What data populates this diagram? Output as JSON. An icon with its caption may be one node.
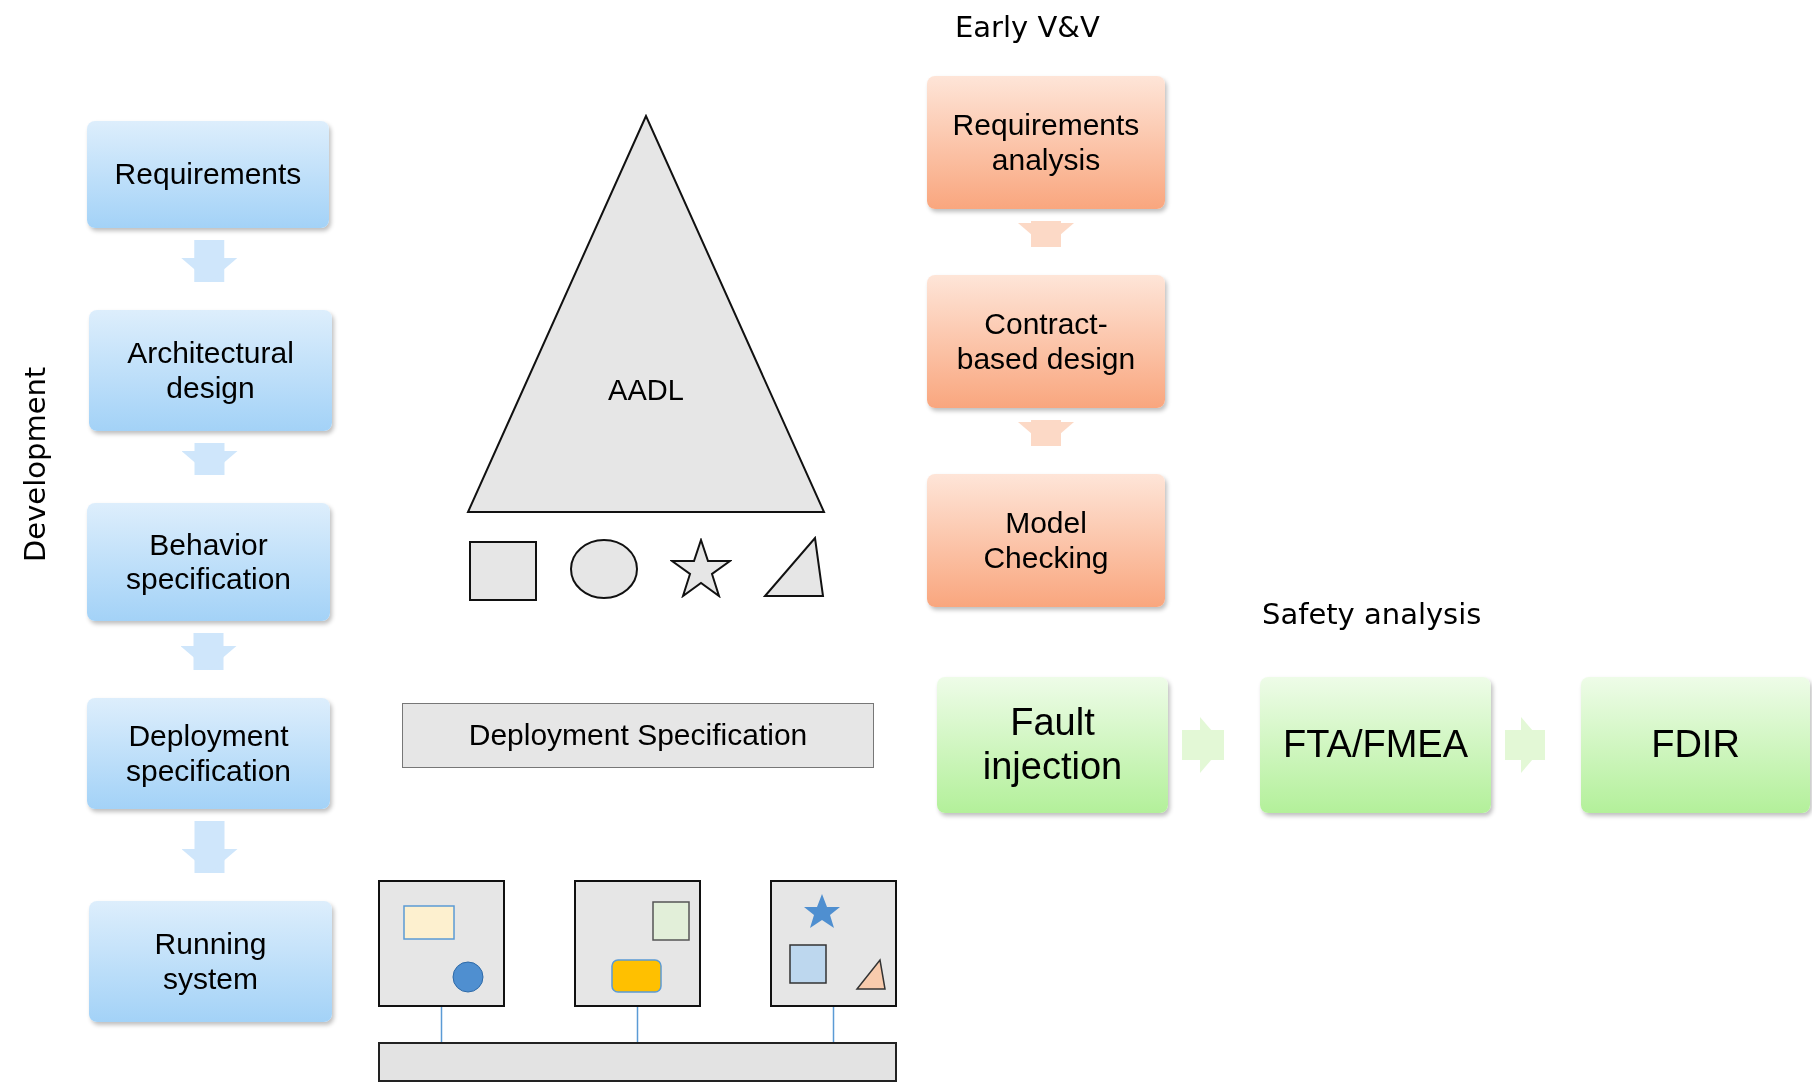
{
  "diagram": {
    "nodes": [
      {
        "text": [
          "Requirements"
        ]
      },
      {
        "text": [
          "Architectural design"
        ]
      },
      {
        "text": [
          "Behavior specification"
        ]
      },
      {
        "text": [
          "Deployment specification"
        ]
      },
      {
        "text": [
          "Running system"
        ]
      },
      {
        "text": [
          "AADL"
        ]
      },
      {
        "text": [
          "Deployment Specification"
        ]
      },
      {
        "text": [
          "Requirements analysis"
        ]
      },
      {
        "text": [
          "Contract-based design"
        ]
      },
      {
        "text": [
          "Model Checking"
        ]
      },
      {
        "text": [
          "Fault injection"
        ]
      },
      {
        "text": [
          "FTA/FMEA"
        ]
      },
      {
        "text": [
          "FDIR"
        ]
      },
      {
        "text": [],
        "shape": "box"
      },
      {
        "text": [],
        "shape": "box"
      },
      {
        "text": [],
        "shape": "box"
      },
      {
        "text": [],
        "shape": "bar"
      }
    ],
    "edges": [
      {
        "from": 0,
        "to": 1,
        "arrow": "to",
        "color": "#cfe6fb"
      },
      {
        "from": 1,
        "to": 2,
        "arrow": "to",
        "color": "#cfe6fb"
      },
      {
        "from": 2,
        "to": 3,
        "arrow": "to",
        "color": "#cfe6fb"
      },
      {
        "from": 3,
        "to": 4,
        "arrow": "to",
        "color": "#cfe6fb"
      },
      {
        "from": 7,
        "to": 8,
        "arrow": "to",
        "color": "#fcd9c6"
      },
      {
        "from": 8,
        "to": 9,
        "arrow": "to",
        "color": "#fcd9c6"
      },
      {
        "from": 10,
        "to": 11,
        "arrow": "to",
        "color": "#e3f8d6"
      },
      {
        "from": 11,
        "to": 12,
        "arrow": "to",
        "color": "#e3f8d6"
      },
      {
        "from": 13,
        "to": 16,
        "arrow": "none",
        "color": "#5b9bd5"
      },
      {
        "from": 14,
        "to": 16,
        "arrow": "none",
        "color": "#5b9bd5"
      },
      {
        "from": 15,
        "to": 16,
        "arrow": "none",
        "color": "#5b9bd5"
      }
    ],
    "labels": [
      "Development",
      "Early V&V",
      "Safety analysis"
    ]
  }
}
